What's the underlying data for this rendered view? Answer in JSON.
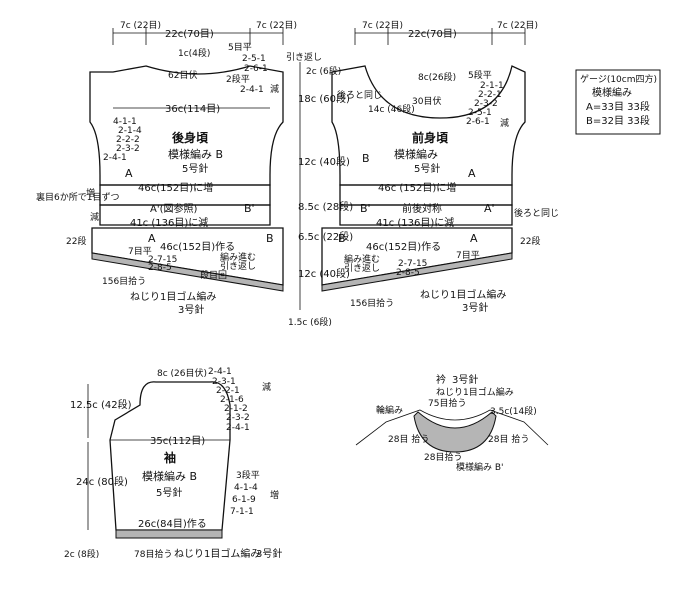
{
  "gauge": {
    "title": "ゲージ(10cm四方)",
    "pattern": "模様編み",
    "a": "A=33目 33段",
    "b": "B=32目 33段"
  },
  "back": {
    "title": "後身頃",
    "pattern": "模様編み B",
    "needle": "5号針",
    "top_shoulder_left": "7c (22目)",
    "top_neck": "22c(70目)",
    "top_shoulder_right": "7c (22目)",
    "back_neck_depth": "1c(4段)",
    "bind_off_center": "62目伏",
    "neck_shape": [
      "5目平",
      "2-5-1",
      "2-6-1",
      "2-4-1",
      "2段平"
    ],
    "neck_dec": "減",
    "shoulder_dec": "引き返し",
    "width_chest": "36c(114目)",
    "armhole_dec": [
      "4-1-1",
      "2-1-4",
      "2-2-2",
      "2-3-2",
      "2-4-1"
    ],
    "width_hip": "46c(152目)に増",
    "band_label": "A'(図参照)",
    "band_width": "41c (136目)に減",
    "purl_note": "裏目6か所で1目ずつ",
    "inc_label": "増",
    "dec_label": "減",
    "hem_cast": "46c(152目)作る",
    "hem_shape": [
      "7目平",
      "2-7-15",
      "2-8-5",
      "段目回"
    ],
    "hem_note1": "編み進む",
    "hem_note2": "引き返し",
    "pickup": "156目拾う",
    "ribbing": "ねじり1目ゴム編み",
    "rib_needle": "3号針"
  },
  "front": {
    "title": "前身頃",
    "pattern": "模様編み",
    "needle": "5号針",
    "top_shoulder_left": "7c (22目)",
    "top_neck": "22c(70目)",
    "top_shoulder_right": "7c (22目)",
    "neck_depth": "8c(26段)",
    "bind_off_center": "30目伏",
    "neck_shape": [
      "5段平",
      "2-1-1",
      "2-2-1",
      "2-3-2",
      "2-5-1",
      "2-6-1"
    ],
    "neck_dec": "減",
    "same_as_back": "後ろと同じ",
    "neck_height": "14c (46段)",
    "width_hip": "46c (152目)に増",
    "band_label": "前後対称",
    "band_width": "41c (136目)に減",
    "same_as_back2": "後ろと同じ",
    "hem_cast": "46c(152目)作る",
    "hem_shape": [
      "7目平",
      "2-7-15",
      "2-8-5"
    ],
    "hem_note1": "編み進む",
    "hem_note2": "引き返し",
    "pickup": "156目拾う",
    "ribbing": "ねじり1目ゴム編み",
    "rib_needle": "3号針",
    "depth_22": "22段"
  },
  "center_scale": {
    "items": [
      "2c (6段)",
      "18c (60段)",
      "12c (40段)",
      "8.5c (28段)",
      "6.5c (22段)",
      "12c (40段)",
      "1.5c (6段)"
    ],
    "note": "返し"
  },
  "sleeve": {
    "title": "袖",
    "pattern": "模様編み B",
    "needle": "5号針",
    "top_width": "8c (26目伏)",
    "cap_shape": [
      "2-4-1",
      "2-3-1",
      "2-2-1",
      "2-1-6",
      "2-1-2",
      "2-3-2",
      "2-4-1"
    ],
    "cap_dec": "減",
    "cap_height": "12.5c (42段)",
    "width": "35c(112目)",
    "body_height": "24c (80段)",
    "side_shape": [
      "3段平",
      "4-1-4",
      "6-1-9",
      "7-1-1"
    ],
    "side_inc": "増",
    "cuff_cast": "26c(84目)作る",
    "pickup": "78目拾う",
    "ribbing": "ねじり1目ゴム編み",
    "rib_needle": "3号針",
    "cuff_height": "2c (8段)"
  },
  "collar": {
    "title": "衿",
    "needle": "3号針",
    "ribbing": "ねじり1目ゴム編み",
    "rib_label": "輪編み",
    "pickup_back": "75目拾う",
    "depth": "3.5c(14段)",
    "pickup_left": "28目 拾う",
    "pickup_right": "28目 拾う",
    "pickup_center": "28目拾う",
    "pattern_b": "模様編み B'"
  }
}
